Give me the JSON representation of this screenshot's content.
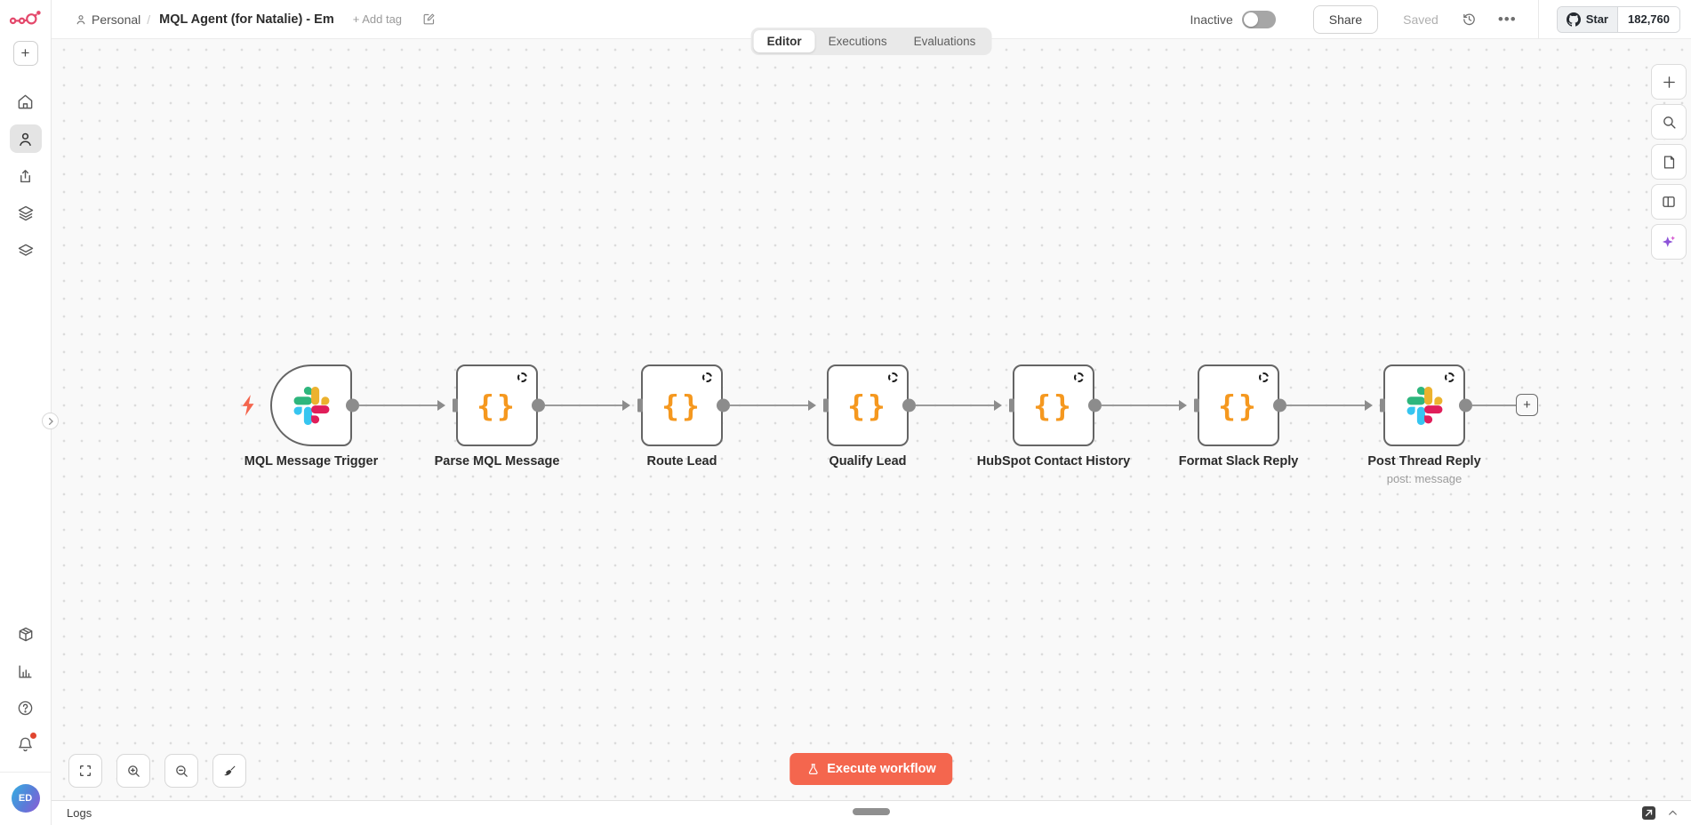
{
  "header": {
    "breadcrumb": {
      "project": "Personal",
      "separator": "/",
      "title": "MQL Agent (for Natalie) - Em",
      "add_tag": "+ Add tag"
    },
    "activation": {
      "label": "Inactive",
      "state": "off"
    },
    "share_label": "Share",
    "saved_label": "Saved",
    "github": {
      "star_label": "Star",
      "star_count": "182,760"
    }
  },
  "tabs": {
    "items": [
      {
        "label": "Editor",
        "active": true
      },
      {
        "label": "Executions",
        "active": false
      },
      {
        "label": "Evaluations",
        "active": false
      }
    ]
  },
  "sidebar": {
    "avatar_initials": "ED",
    "has_notification_dot": true
  },
  "canvas": {
    "nodes": [
      {
        "name": "MQL Message Trigger",
        "icon": "slack",
        "shape": "trigger",
        "badge": false,
        "subtitle": ""
      },
      {
        "name": "Parse MQL Message",
        "icon": "code",
        "shape": "default",
        "badge": true,
        "subtitle": ""
      },
      {
        "name": "Route Lead",
        "icon": "code",
        "shape": "default",
        "badge": true,
        "subtitle": ""
      },
      {
        "name": "Qualify Lead",
        "icon": "code",
        "shape": "default",
        "badge": true,
        "subtitle": ""
      },
      {
        "name": "HubSpot Contact History",
        "icon": "code",
        "shape": "default",
        "badge": true,
        "subtitle": ""
      },
      {
        "name": "Format Slack Reply",
        "icon": "code",
        "shape": "default",
        "badge": true,
        "subtitle": ""
      },
      {
        "name": "Post Thread Reply",
        "icon": "slack",
        "shape": "default",
        "badge": true,
        "subtitle": "post: message"
      }
    ]
  },
  "execute": {
    "label": "Execute workflow"
  },
  "logs": {
    "label": "Logs"
  },
  "colors": {
    "accent": "#f4664e",
    "logo_pink": "#E4486B",
    "code_orange": "#f5981f",
    "slack_blue": "#36C5F0",
    "slack_green": "#2EB67D",
    "slack_yellow": "#ECB22E",
    "slack_red": "#E01E5A"
  }
}
